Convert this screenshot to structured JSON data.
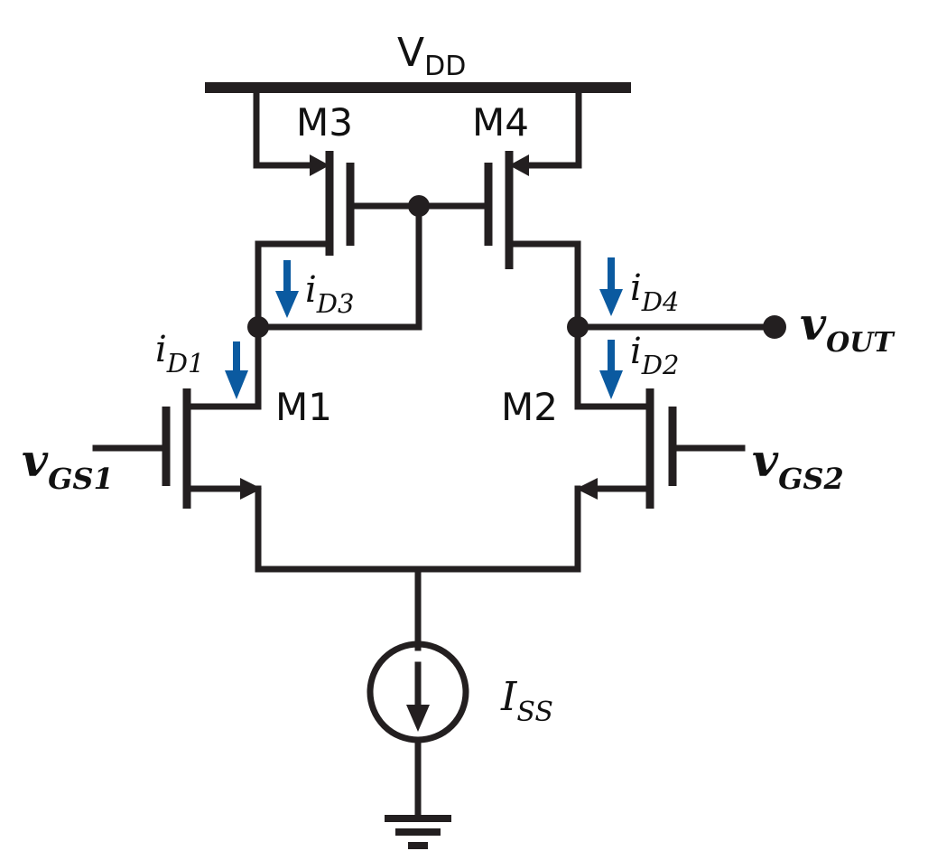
{
  "supply": {
    "base": "V",
    "sub": "DD"
  },
  "transistors": {
    "m1": "M1",
    "m2": "M2",
    "m3": "M3",
    "m4": "M4"
  },
  "currents": {
    "id1": {
      "base": "i",
      "sub": "D1"
    },
    "id2": {
      "base": "i",
      "sub": "D2"
    },
    "id3": {
      "base": "i",
      "sub": "D3"
    },
    "id4": {
      "base": "i",
      "sub": "D4"
    }
  },
  "inputs": {
    "vgs1": {
      "base": "v",
      "sub": "GS1"
    },
    "vgs2": {
      "base": "v",
      "sub": "GS2"
    }
  },
  "output": {
    "base": "v",
    "sub": "OUT"
  },
  "tail_source": {
    "base": "I",
    "sub": "SS"
  },
  "colors": {
    "wire": "#231f20",
    "current_arrow": "#0b5aa0"
  }
}
